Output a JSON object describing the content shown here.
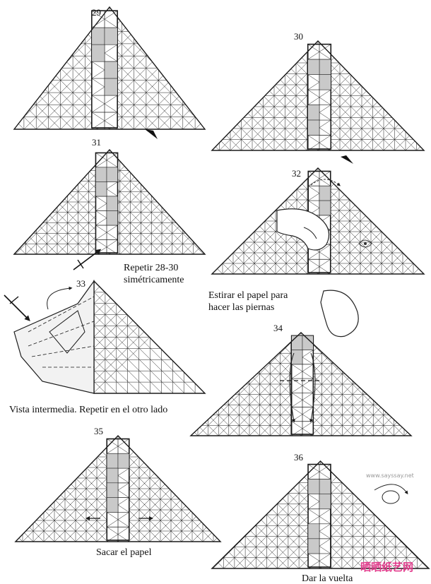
{
  "steps": [
    {
      "number": "29",
      "caption_lines": [],
      "grey_cells": [
        [
          1,
          0,
          "#c9c9c9"
        ],
        [
          2,
          0,
          "#c9c9c9"
        ],
        [
          1,
          1,
          "#c9c9c9"
        ],
        [
          3,
          3,
          "#c9c9c9"
        ],
        [
          4,
          3,
          "#c9c9c9"
        ]
      ]
    },
    {
      "number": "30",
      "caption_lines": [],
      "grey_cells": [
        [
          1,
          1,
          "#c9c9c9"
        ],
        [
          2,
          1,
          "#c9c9c9"
        ],
        [
          1,
          2,
          "#c9c9c9"
        ],
        [
          4,
          4,
          "#c9c9c9"
        ],
        [
          5,
          4,
          "#c9c9c9"
        ]
      ]
    },
    {
      "number": "31",
      "caption_lines": [
        "Repetir 28-30",
        "simétricamente"
      ],
      "grey_cells": [
        [
          1,
          0,
          "#c9c9c9"
        ],
        [
          2,
          0,
          "#c9c9c9"
        ],
        [
          1,
          1,
          "#c9c9c9"
        ],
        [
          3,
          3,
          "#c9c9c9"
        ],
        [
          4,
          3,
          "#c9c9c9"
        ]
      ]
    },
    {
      "number": "32",
      "caption_lines": [
        "Estirar el papel para",
        "hacer las piernas"
      ],
      "grey_cells": [
        [
          1,
          1,
          "#c9c9c9"
        ],
        [
          2,
          1,
          "#c9c9c9"
        ]
      ]
    },
    {
      "number": "33",
      "caption_lines": [
        "Vista intermedia. Repetir en el otro lado"
      ],
      "grey_cells": []
    },
    {
      "number": "34",
      "caption_lines": [],
      "grey_cells": [
        [
          0,
          0,
          "#c9c9c9"
        ],
        [
          1,
          0,
          "#c9c9c9"
        ],
        [
          0,
          1,
          "#c9c9c9"
        ]
      ]
    },
    {
      "number": "35",
      "caption_lines": [
        "Sacar el papel"
      ],
      "grey_cells": [
        [
          1,
          0,
          "#c9c9c9"
        ],
        [
          2,
          0,
          "#c9c9c9"
        ],
        [
          1,
          1,
          "#c9c9c9"
        ],
        [
          3,
          2,
          "#c9c9c9"
        ],
        [
          4,
          2,
          "#c9c9c9"
        ]
      ]
    },
    {
      "number": "36",
      "caption_lines": [
        "Dar la vuelta"
      ],
      "grey_cells": [
        [
          1,
          1,
          "#c9c9c9"
        ],
        [
          2,
          1,
          "#c9c9c9"
        ],
        [
          1,
          2,
          "#c9c9c9"
        ],
        [
          4,
          4,
          "#c9c9c9"
        ],
        [
          5,
          4,
          "#c9c9c9"
        ]
      ]
    }
  ],
  "watermark": {
    "text": "晒晒纸艺网",
    "url": "www.sayssay.net"
  },
  "colors": {
    "line": "#1a1a1a",
    "grey": "#c9c9c9",
    "watermark": "#e23c8c"
  }
}
